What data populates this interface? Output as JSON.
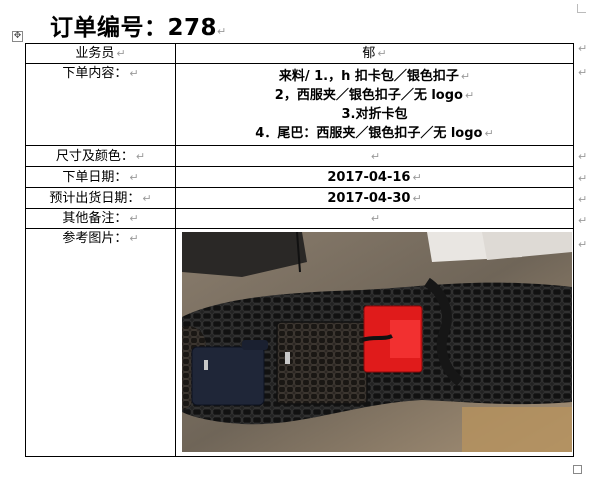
{
  "title": "订单编号：278",
  "rows": {
    "salesperson": {
      "label": "业务员",
      "value": "郁"
    },
    "content": {
      "label": "下单内容：",
      "lines": [
        "来料/ 1.，h 扣卡包／银色扣子",
        "2，西服夹／银色扣子／无 logo",
        "3.对折卡包",
        "4．尾巴：西服夹／银色扣子／无 logo"
      ]
    },
    "size_color": {
      "label": "尺寸及颜色：",
      "value": ""
    },
    "order_date": {
      "label": "下单日期：",
      "value": "2017-04-16"
    },
    "ship_date": {
      "label": "预计出货日期：",
      "value": "2017-04-30"
    },
    "notes": {
      "label": "其他备注：",
      "value": ""
    },
    "photo": {
      "label": "参考图片："
    }
  },
  "marks": {
    "paragraph": "↵"
  }
}
